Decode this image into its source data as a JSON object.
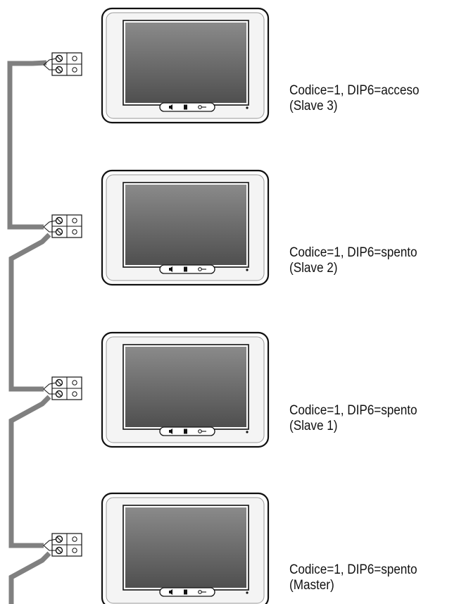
{
  "colors": {
    "wire": "#808080",
    "screen_top": "#8a8a8a",
    "screen_bottom": "#4f4f4f",
    "bezel": "#f4f4f4",
    "outline": "#111111"
  },
  "monitors": [
    {
      "code_line": "Codice=1, DIP6=acceso",
      "role": "(Slave 3)",
      "icons": [
        "speaker-icon",
        "document-icon",
        "key-icon"
      ]
    },
    {
      "code_line": "Codice=1, DIP6=spento",
      "role": "(Slave 2)",
      "icons": [
        "speaker-icon",
        "document-icon",
        "key-icon"
      ]
    },
    {
      "code_line": "Codice=1, DIP6=spento",
      "role": "(Slave 1)",
      "icons": [
        "speaker-icon",
        "document-icon",
        "key-icon"
      ]
    },
    {
      "code_line": "Codice=1, DIP6=spento",
      "role": "(Master)",
      "icons": [
        "speaker-icon",
        "document-icon",
        "key-icon"
      ]
    }
  ]
}
